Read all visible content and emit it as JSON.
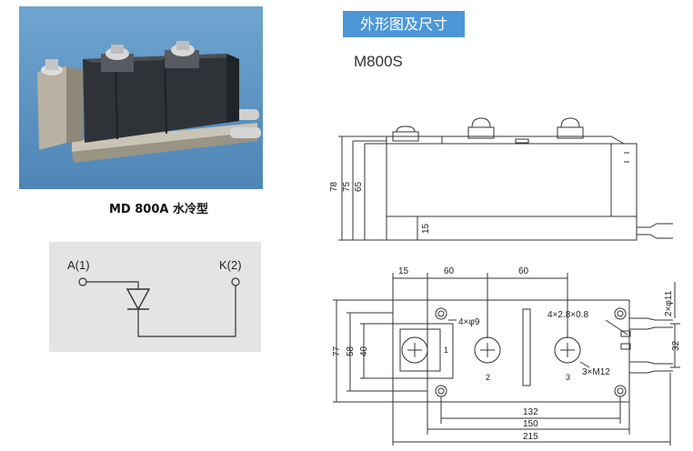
{
  "product": {
    "caption": "MD 800A 水冷型"
  },
  "schematic": {
    "anode_label": "A(1)",
    "cathode_label": "K(2)"
  },
  "outline": {
    "header": "外形图及尺寸",
    "model": "M800S"
  },
  "side_view": {
    "dims": {
      "d78": "78",
      "d75": "75",
      "d65": "65",
      "d15": "15"
    }
  },
  "top_view": {
    "dims": {
      "d15": "15",
      "d60a": "60",
      "d60b": "60",
      "d77": "77",
      "d58": "58",
      "d40": "40",
      "d132": "132",
      "d150": "150",
      "d215": "215",
      "d32": "32"
    },
    "notes": {
      "hole4": "4×φ9",
      "tab": "4×2.8×0.8",
      "pipe": "2×φ11",
      "screw": "3×M12"
    },
    "terminals": {
      "t1": "1",
      "t2": "2",
      "t3": "3"
    }
  },
  "colors": {
    "header_bg": "#4d97d6",
    "photo_bg": "#5a91c0",
    "schematic_bg": "#e4e4e4"
  }
}
